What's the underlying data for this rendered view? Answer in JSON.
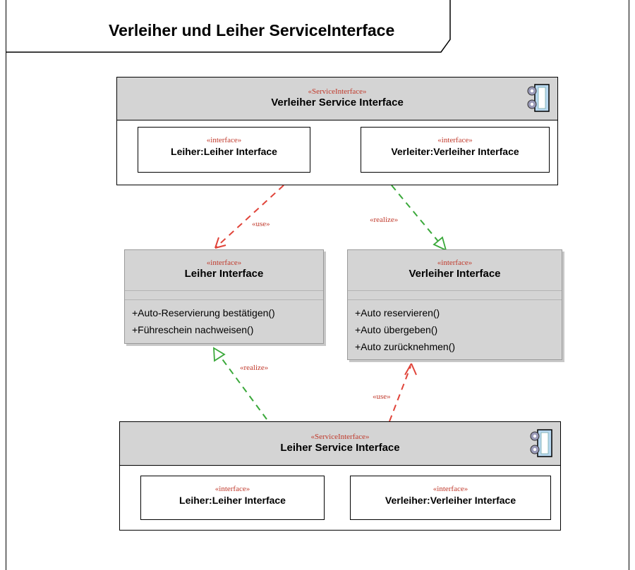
{
  "frame": {
    "title": "Verleiher und Leiher ServiceInterface"
  },
  "top_component": {
    "stereotype": "«ServiceInterface»",
    "name": "Verleiher Service Interface",
    "parts": [
      {
        "stereotype": "«interface»",
        "name": "Leiher:Leiher Interface"
      },
      {
        "stereotype": "«interface»",
        "name": "Verleiter:Verleiher Interface"
      }
    ]
  },
  "bottom_component": {
    "stereotype": "«ServiceInterface»",
    "name": "Leiher Service Interface",
    "parts": [
      {
        "stereotype": "«interface»",
        "name": "Leiher:Leiher Interface"
      },
      {
        "stereotype": "«interface»",
        "name": "Verleiher:Verleiher Interface"
      }
    ]
  },
  "leiher_interface": {
    "stereotype": "«interface»",
    "name": "Leiher Interface",
    "operations": [
      "+Auto-Reservierung bestätigen()",
      "+Führeschein nachweisen()"
    ]
  },
  "verleiher_interface": {
    "stereotype": "«interface»",
    "name": "Verleiher Interface",
    "operations": [
      "+Auto reservieren()",
      "+Auto übergeben()",
      "+Auto zurücknehmen()"
    ]
  },
  "relations": {
    "use_top": "«use»",
    "realize_top": "«realize»",
    "realize_bottom": "«realize»",
    "use_bottom": "«use»"
  },
  "colors": {
    "use": "#e0443a",
    "realize": "#3aa83a",
    "stereotype": "#c0392b",
    "header": "#d4d4d4"
  },
  "icons": {
    "component": "component-icon"
  }
}
